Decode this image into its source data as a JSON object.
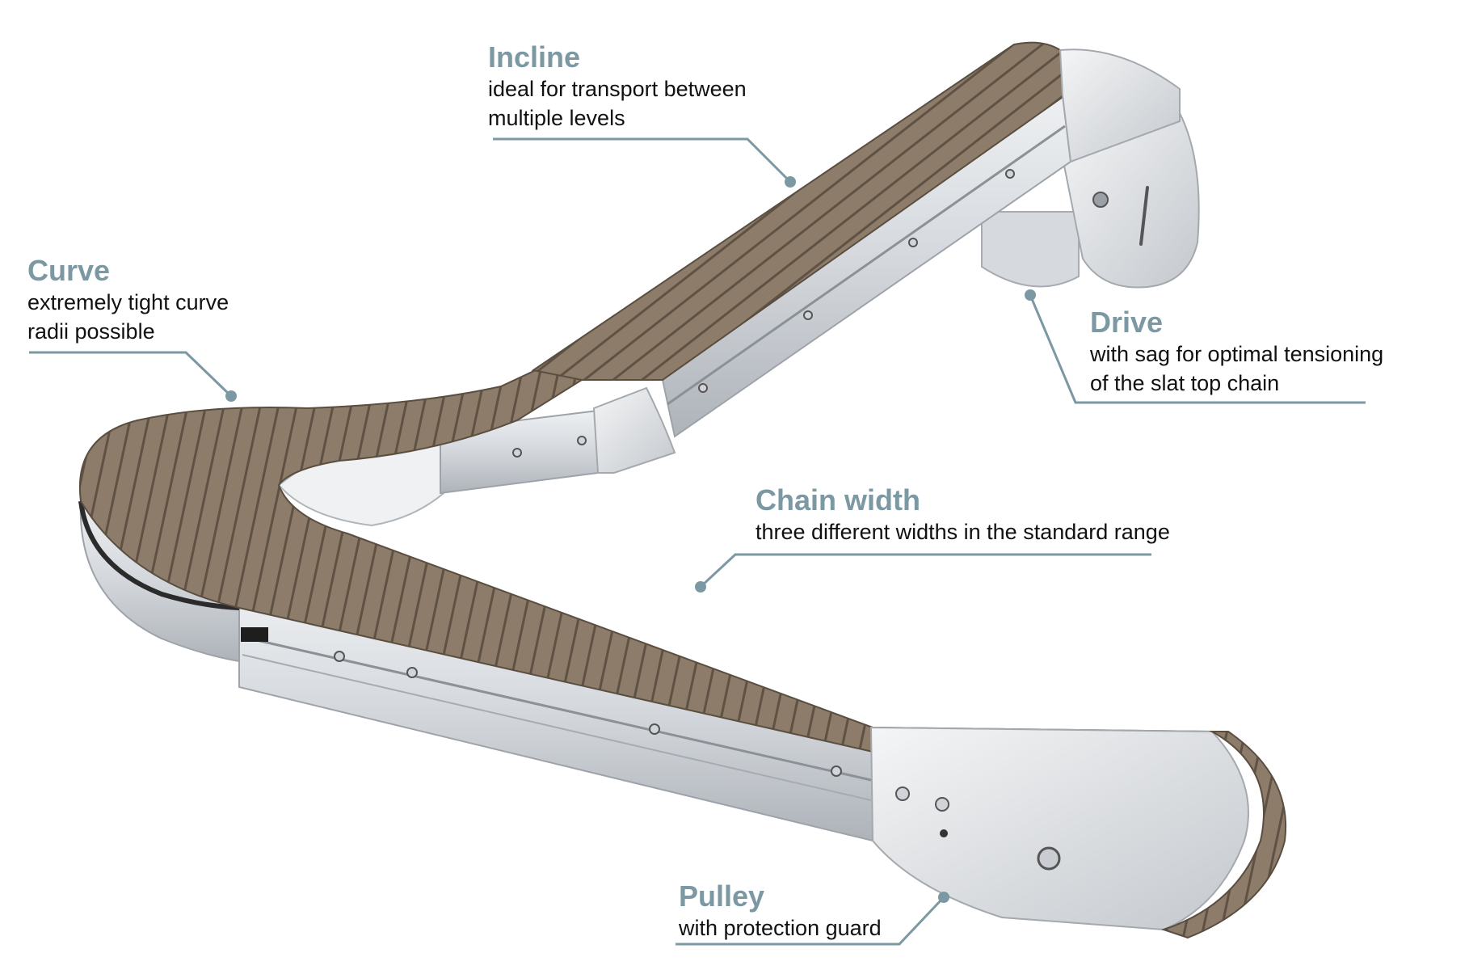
{
  "colors": {
    "accent": "#7b98a3",
    "leader_line": "#7b98a3",
    "slat": "#8b7b68",
    "slat_dark": "#6e604f",
    "frame": "#dcdfe3",
    "frame_dark": "#b9bec4",
    "chain_base": "#2f2f2f"
  },
  "callouts": {
    "incline": {
      "title": "Incline",
      "lines": [
        "ideal for transport between",
        "multiple levels"
      ]
    },
    "curve": {
      "title": "Curve",
      "lines": [
        "extremely tight curve",
        "radii possible"
      ]
    },
    "drive": {
      "title": "Drive",
      "lines": [
        "with sag for optimal tensioning",
        "of the slat top chain"
      ]
    },
    "chain_width": {
      "title": "Chain width",
      "lines": [
        "three different widths in the standard range"
      ]
    },
    "pulley": {
      "title": "Pulley",
      "lines": [
        "with protection guard"
      ]
    }
  }
}
